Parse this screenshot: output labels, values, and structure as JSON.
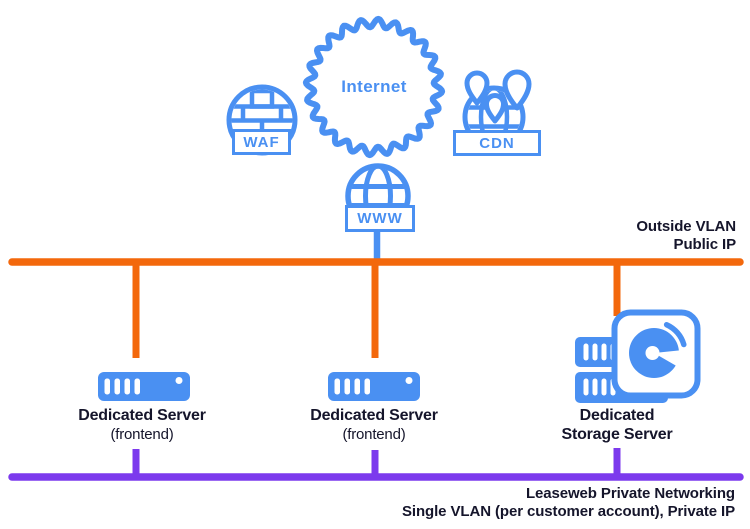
{
  "colors": {
    "blue": "#4A90F2",
    "orange": "#F3680C",
    "purple": "#7C3AED",
    "text": "#15152B",
    "background": "#FFFFFF"
  },
  "cloud": {
    "label": "Internet"
  },
  "edge_services": {
    "waf": {
      "label": "WAF"
    },
    "cdn": {
      "label": "CDN"
    },
    "www": {
      "label": "WWW"
    }
  },
  "outside_network": {
    "line1": "Outside VLAN",
    "line2": "Public IP"
  },
  "private_network": {
    "line1": "Leaseweb Private Networking",
    "line2": "Single VLAN (per customer account), Private IP"
  },
  "servers": [
    {
      "title": "Dedicated Server",
      "subtitle": "(frontend)"
    },
    {
      "title": "Dedicated Server",
      "subtitle": "(frontend)"
    },
    {
      "title": "Dedicated",
      "title2": "Storage Server"
    }
  ]
}
